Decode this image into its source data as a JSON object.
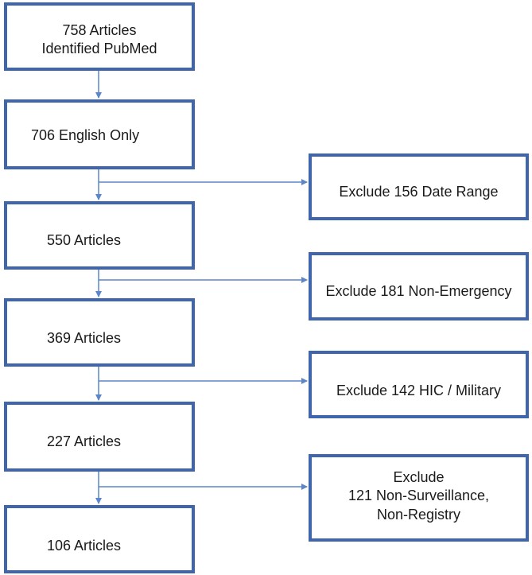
{
  "flow": {
    "steps": [
      {
        "id": "s1",
        "label": "758 Articles\nIdentified PubMed"
      },
      {
        "id": "s2",
        "label": "706 English Only"
      },
      {
        "id": "s3",
        "label": "550 Articles"
      },
      {
        "id": "s4",
        "label": "369 Articles"
      },
      {
        "id": "s5",
        "label": "227 Articles"
      },
      {
        "id": "s6",
        "label": "106 Articles"
      }
    ],
    "exclusions": [
      {
        "id": "e1",
        "label": "Exclude 156 Date Range"
      },
      {
        "id": "e2",
        "label": "Exclude 181 Non-Emergency"
      },
      {
        "id": "e3",
        "label": "Exclude 142 HIC / Military"
      },
      {
        "id": "e4",
        "label": "Exclude\n121 Non-Surveillance,\nNon-Registry"
      }
    ]
  },
  "colors": {
    "box_border": "#3f66ad",
    "connector": "#5b86c9"
  }
}
